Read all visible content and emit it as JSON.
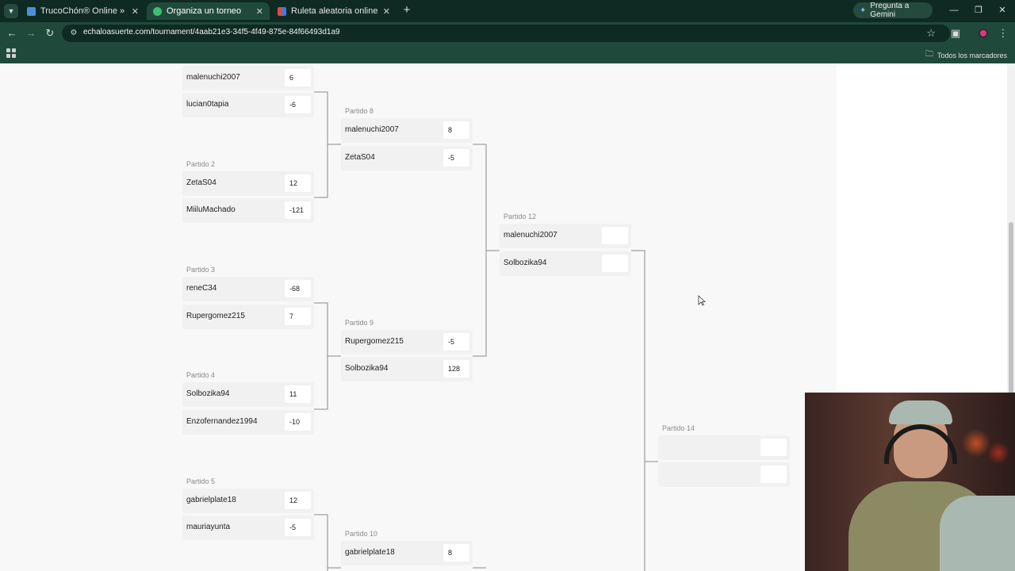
{
  "browser": {
    "tabs": [
      {
        "title": "TrucoChón® Online » Jugá al T",
        "favicon_color": "#4a90d9",
        "active": false
      },
      {
        "title": "Organiza un torneo",
        "favicon_color": "#3fbf6f",
        "active": true
      },
      {
        "title": "Ruleta aleatoria online – ruleta",
        "favicon_color": "#e04a3a",
        "active": false
      }
    ],
    "gemini_label": "Pregunta a Gemini",
    "url": "echaloasuerte.com/tournament/4aab21e3-34f5-4f49-875e-84f66493d1a9",
    "bookmarks_all": "Todos los marcadores"
  },
  "bracket": {
    "round1": [
      {
        "label": "",
        "p1": {
          "name": "malenuchi2007",
          "score": "6"
        },
        "p2": {
          "name": "lucian0tapia",
          "score": "-6"
        }
      },
      {
        "label": "Partido 2",
        "p1": {
          "name": "ZetaS04",
          "score": "12"
        },
        "p2": {
          "name": "MiiluMachado",
          "score": "-121"
        }
      },
      {
        "label": "Partido 3",
        "p1": {
          "name": "reneC34",
          "score": "-68"
        },
        "p2": {
          "name": "Rupergomez215",
          "score": "7"
        }
      },
      {
        "label": "Partido 4",
        "p1": {
          "name": "Solbozika94",
          "score": "11"
        },
        "p2": {
          "name": "Enzofernandez1994",
          "score": "-10"
        }
      },
      {
        "label": "Partido 5",
        "p1": {
          "name": "gabrielplate18",
          "score": "12"
        },
        "p2": {
          "name": "mauriayunta",
          "score": "-5"
        }
      }
    ],
    "round2": [
      {
        "label": "Partido 8",
        "p1": {
          "name": "malenuchi2007",
          "score": "8"
        },
        "p2": {
          "name": "ZetaS04",
          "score": "-5"
        }
      },
      {
        "label": "Partido 9",
        "p1": {
          "name": "Rupergomez215",
          "score": "-5"
        },
        "p2": {
          "name": "Solbozika94",
          "score": "128"
        }
      },
      {
        "label": "Partido 10",
        "p1": {
          "name": "gabrielplate18",
          "score": "8"
        }
      }
    ],
    "round3": [
      {
        "label": "Partido 12",
        "p1": {
          "name": "malenuchi2007",
          "score": ""
        },
        "p2": {
          "name": "Solbozika94",
          "score": ""
        }
      }
    ],
    "round4": [
      {
        "label": "Partido 14",
        "p1": {
          "name": "",
          "score": ""
        },
        "p2": {
          "name": "",
          "score": ""
        }
      }
    ]
  }
}
